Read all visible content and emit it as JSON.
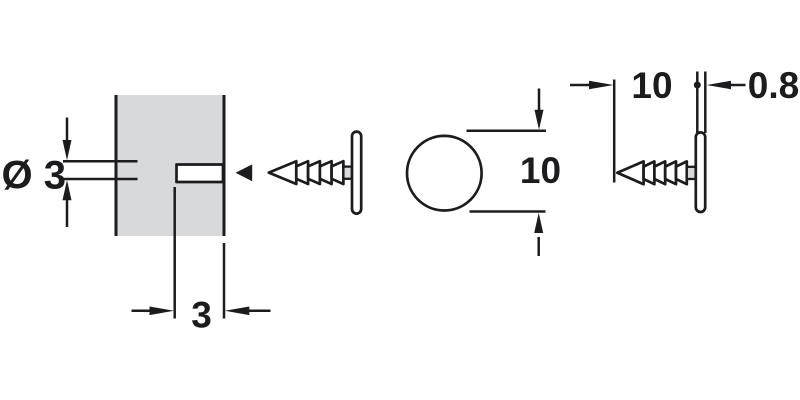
{
  "drawing": {
    "description": "Technical dimension drawing: push-in pin with flat round head and pre-drilled panel hole",
    "colors": {
      "background": "#ffffff",
      "line": "#1c1c1e",
      "panel_fill": "#d8d9db"
    },
    "labels": {
      "hole_diameter": "Ø 3",
      "hole_depth": "3",
      "head_diameter": "10",
      "pin_length": "10",
      "head_thickness": "0.8"
    }
  }
}
